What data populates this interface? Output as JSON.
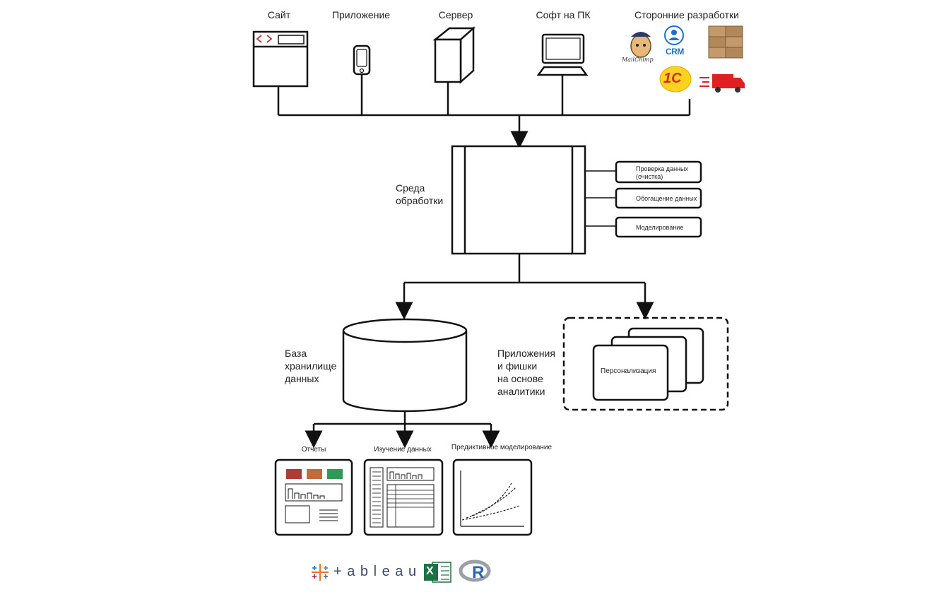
{
  "sources": {
    "site": "Сайт",
    "app": "Приложение",
    "server": "Сервер",
    "pc_software": "Софт на ПК",
    "third_party": "Сторонние разработки"
  },
  "third_party_logos": {
    "mailchimp": "MailChimp",
    "crm": "CRM",
    "one_c": "1С"
  },
  "processing": {
    "title": "Среда\nобработки",
    "steps": [
      "Проверка данных\n(очистка)",
      "Обогащение данных",
      "Моделирование"
    ]
  },
  "storage": {
    "title": "База\nхранилище\nданных"
  },
  "apps": {
    "title": "Приложения\nи фишки\nна основе\nаналитики",
    "card": "Персонализация"
  },
  "outputs": [
    "Отчеты",
    "Изучение данных",
    "Предиктивное моделирование"
  ],
  "tools": {
    "tableau": "+ a b l e a u",
    "excel": "X",
    "r": "R"
  },
  "colors": {
    "report_red": "#b03a36",
    "report_orange": "#c26a3a",
    "report_green": "#2e9a55",
    "crm_blue": "#1f6fd1",
    "excel_green": "#1e7145",
    "truck_red": "#e02020"
  }
}
